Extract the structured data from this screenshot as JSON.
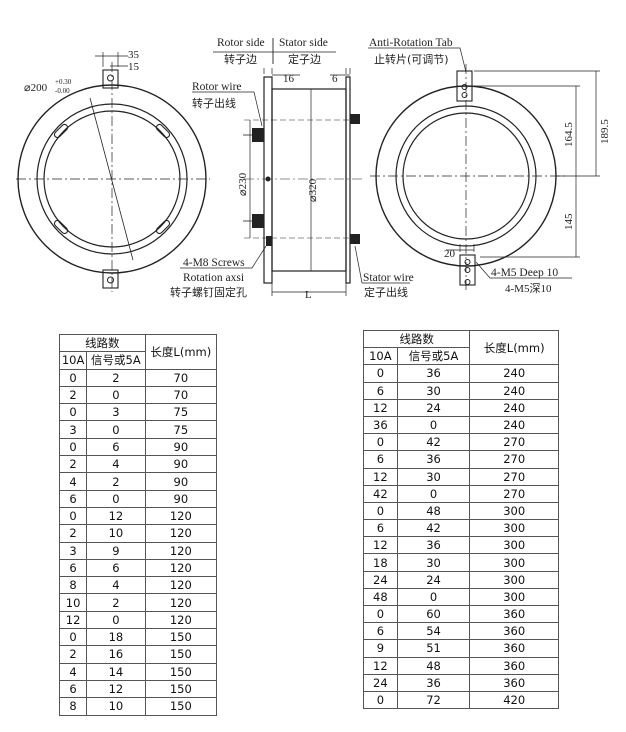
{
  "drawing": {
    "labels": {
      "dim_35": "35",
      "dim_15": "15",
      "dia_200": "⌀200",
      "tol_plus": "+0.30",
      "tol_minus": "-0.00",
      "rotor_side_en": "Rotor side",
      "rotor_side_cn": "转子边",
      "stator_side_en": "Stator side",
      "stator_side_cn": "定子边",
      "rotor_wire_en": "Rotor wire",
      "rotor_wire_cn": "转子出线",
      "dim_16": "16",
      "dim_6": "6",
      "dia_230": "⌀230",
      "dia_320": "⌀320",
      "screws_en1": "4-M8 Screws",
      "screws_en2": "Rotation axsi",
      "screws_cn": "转子螺钉固定孔",
      "dim_L": "L",
      "stator_wire_en": "Stator wire",
      "stator_wire_cn": "定子出线",
      "tab_en": "Anti-Rotation Tab",
      "tab_cn": "止转片(可调节)",
      "dim_164_5": "164.5",
      "dim_189_5": "189.5",
      "dim_145": "145",
      "dim_20": "20",
      "m5_en": "4-M5 Deep 10",
      "m5_cn": "4-M5深10"
    }
  },
  "tables": {
    "left": {
      "header_group": "线路数",
      "header_10a": "10A",
      "header_signal": "信号或5A",
      "header_length": "长度L(mm)",
      "rows": [
        [
          "0",
          "2",
          "70"
        ],
        [
          "2",
          "0",
          "70"
        ],
        [
          "0",
          "3",
          "75"
        ],
        [
          "3",
          "0",
          "75"
        ],
        [
          "0",
          "6",
          "90"
        ],
        [
          "2",
          "4",
          "90"
        ],
        [
          "4",
          "2",
          "90"
        ],
        [
          "6",
          "0",
          "90"
        ],
        [
          "0",
          "12",
          "120"
        ],
        [
          "2",
          "10",
          "120"
        ],
        [
          "3",
          "9",
          "120"
        ],
        [
          "6",
          "6",
          "120"
        ],
        [
          "8",
          "4",
          "120"
        ],
        [
          "10",
          "2",
          "120"
        ],
        [
          "12",
          "0",
          "120"
        ],
        [
          "0",
          "18",
          "150"
        ],
        [
          "2",
          "16",
          "150"
        ],
        [
          "4",
          "14",
          "150"
        ],
        [
          "6",
          "12",
          "150"
        ],
        [
          "8",
          "10",
          "150"
        ]
      ]
    },
    "right": {
      "header_group": "线路数",
      "header_10a": "10A",
      "header_signal": "信号或5A",
      "header_length": "长度L(mm)",
      "rows": [
        [
          "0",
          "36",
          "240"
        ],
        [
          "6",
          "30",
          "240"
        ],
        [
          "12",
          "24",
          "240"
        ],
        [
          "36",
          "0",
          "240"
        ],
        [
          "0",
          "42",
          "270"
        ],
        [
          "6",
          "36",
          "270"
        ],
        [
          "12",
          "30",
          "270"
        ],
        [
          "42",
          "0",
          "270"
        ],
        [
          "0",
          "48",
          "300"
        ],
        [
          "6",
          "42",
          "300"
        ],
        [
          "12",
          "36",
          "300"
        ],
        [
          "18",
          "30",
          "300"
        ],
        [
          "24",
          "24",
          "300"
        ],
        [
          "48",
          "0",
          "300"
        ],
        [
          "0",
          "60",
          "360"
        ],
        [
          "6",
          "54",
          "360"
        ],
        [
          "9",
          "51",
          "360"
        ],
        [
          "12",
          "48",
          "360"
        ],
        [
          "24",
          "36",
          "360"
        ],
        [
          "0",
          "72",
          "420"
        ]
      ]
    }
  }
}
